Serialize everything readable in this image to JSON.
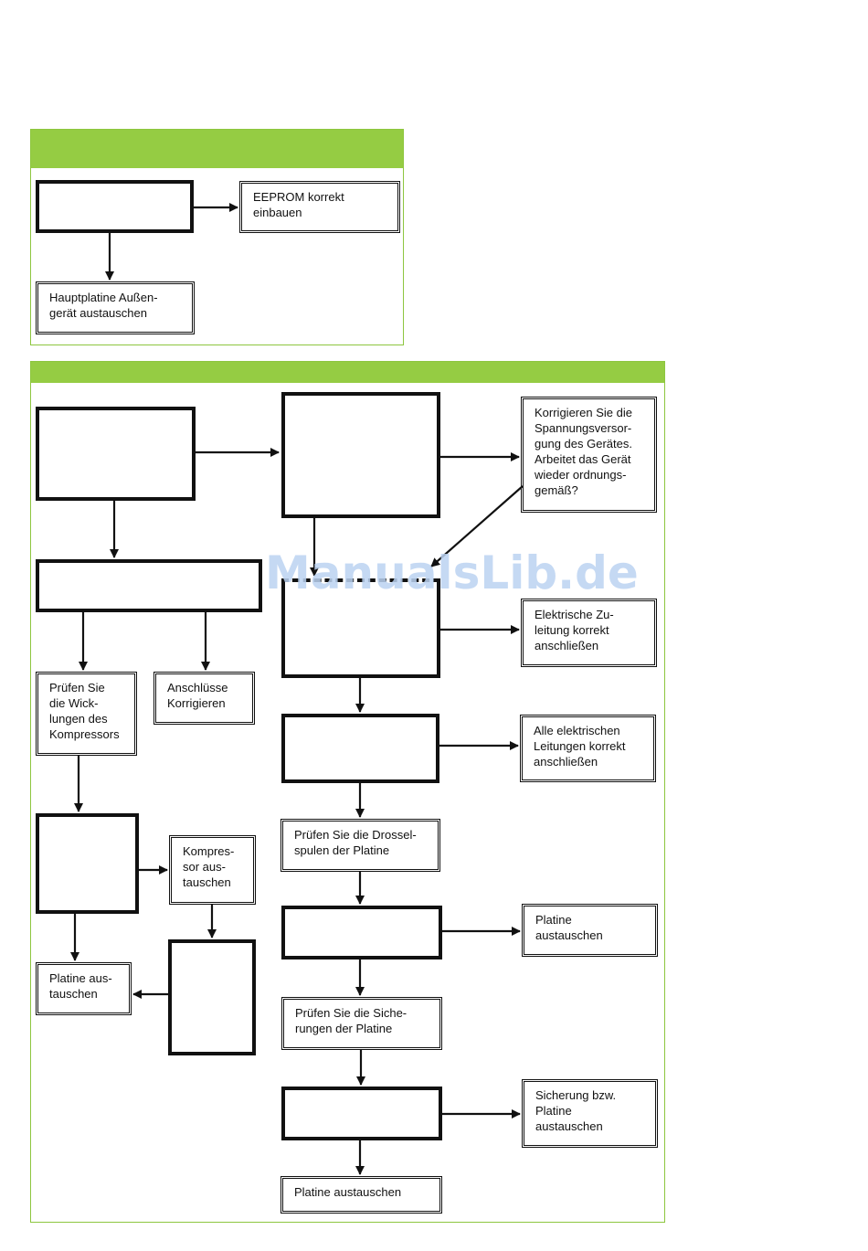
{
  "watermark": "ManualsLib.de",
  "section1": {
    "header_title": "",
    "eeprom_action": "EEPROM korrekt\neinbauen",
    "replace_main_board": "Hauptplatine Außen-\ngerät austauschen"
  },
  "section2": {
    "header_title": "",
    "correct_power_supply": "Korrigieren Sie die\nSpannungsversor-\ngung des Gerätes.\nArbeitet das Gerät\nwieder ordnungs-\ngemäß?",
    "connect_supply_line": "Elektrische Zu-\nleitung korrekt\nanschließen",
    "connect_all_lines": "Alle elektrischen\nLeitungen korrekt\nanschließen",
    "check_chokes": "Prüfen Sie die Drossel-\nspulen der Platine",
    "replace_board_1": "Platine\naustauschen",
    "check_fuses": "Prüfen Sie die Siche-\nrungen der Platine",
    "replace_fuse_or_board": "Sicherung bzw.\nPlatine\naustauschen",
    "replace_board_final": "Platine austauschen",
    "check_windings": "Prüfen Sie\ndie Wick-\nlungen des\nKompressors",
    "correct_connections": "Anschlüsse\nKorrigieren",
    "replace_compressor": "Kompres-\nsor aus-\ntauschen",
    "replace_board_left": "Platine aus-\ntauschen"
  },
  "colors": {
    "header_green": "#95cc43",
    "border_green": "#8dc63f",
    "line": "#111111"
  }
}
